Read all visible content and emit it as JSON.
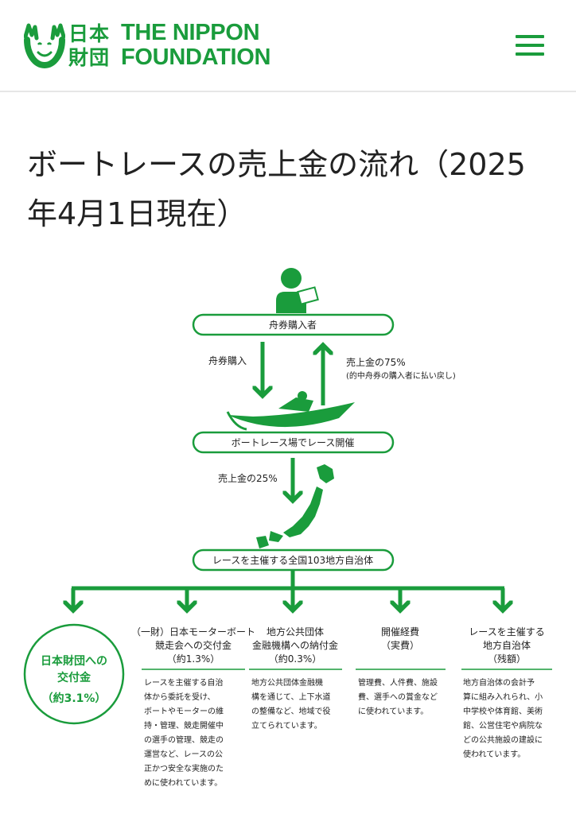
{
  "header": {
    "logo_jp": "日本財団",
    "logo_en_line1": "THE NIPPON",
    "logo_en_line2": "FOUNDATION",
    "menu_icon": "hamburger-menu-icon",
    "brand_color": "#1a9c3c"
  },
  "page": {
    "title": "ボートレースの売上金の流れ（2025年4月1日現在）"
  },
  "diagram": {
    "purchaser": "舟券購入者",
    "purchase_label": "舟券購入",
    "payout_label": "売上金の75%",
    "payout_note": "(的中舟券の購入者に払い戻し)",
    "venue": "ボートレース場でレース開催",
    "share_label": "売上金の25%",
    "municipalities": "レースを主催する全国103地方自治体",
    "nippon": {
      "line1": "日本財団への",
      "line2": "交付金",
      "line3": "（約3.1%）"
    },
    "branches": [
      {
        "title": [
          "（一財）日本モーターボート",
          "競走会への交付金",
          "（約1.3%）"
        ],
        "desc": [
          "レースを主催する自治",
          "体から委託を受け、",
          "ボートやモーターの維",
          "持・管理、競走開催中",
          "の選手の管理、競走の",
          "運営など、レースの公",
          "正かつ安全な実施のた",
          "めに使われています。"
        ]
      },
      {
        "title": [
          "地方公共団体",
          "金融機構への納付金",
          "（約0.3%）"
        ],
        "desc": [
          "地方公共団体金融機",
          "構を通じて、上下水道",
          "の整備など、地域で役",
          "立てられています。"
        ]
      },
      {
        "title": [
          "開催経費",
          "（実費）"
        ],
        "desc": [
          "管理費、人件費、施設",
          "費、選手への賞金など",
          "に使われています。"
        ]
      },
      {
        "title": [
          "レースを主催する",
          "地方自治体",
          "（残額）"
        ],
        "desc": [
          "地方自治体の会計予",
          "算に組み入れられ、小",
          "中学校や体育館、美術",
          "館、公営住宅や病院な",
          "どの公共施設の建設に",
          "使われています。"
        ]
      }
    ]
  }
}
